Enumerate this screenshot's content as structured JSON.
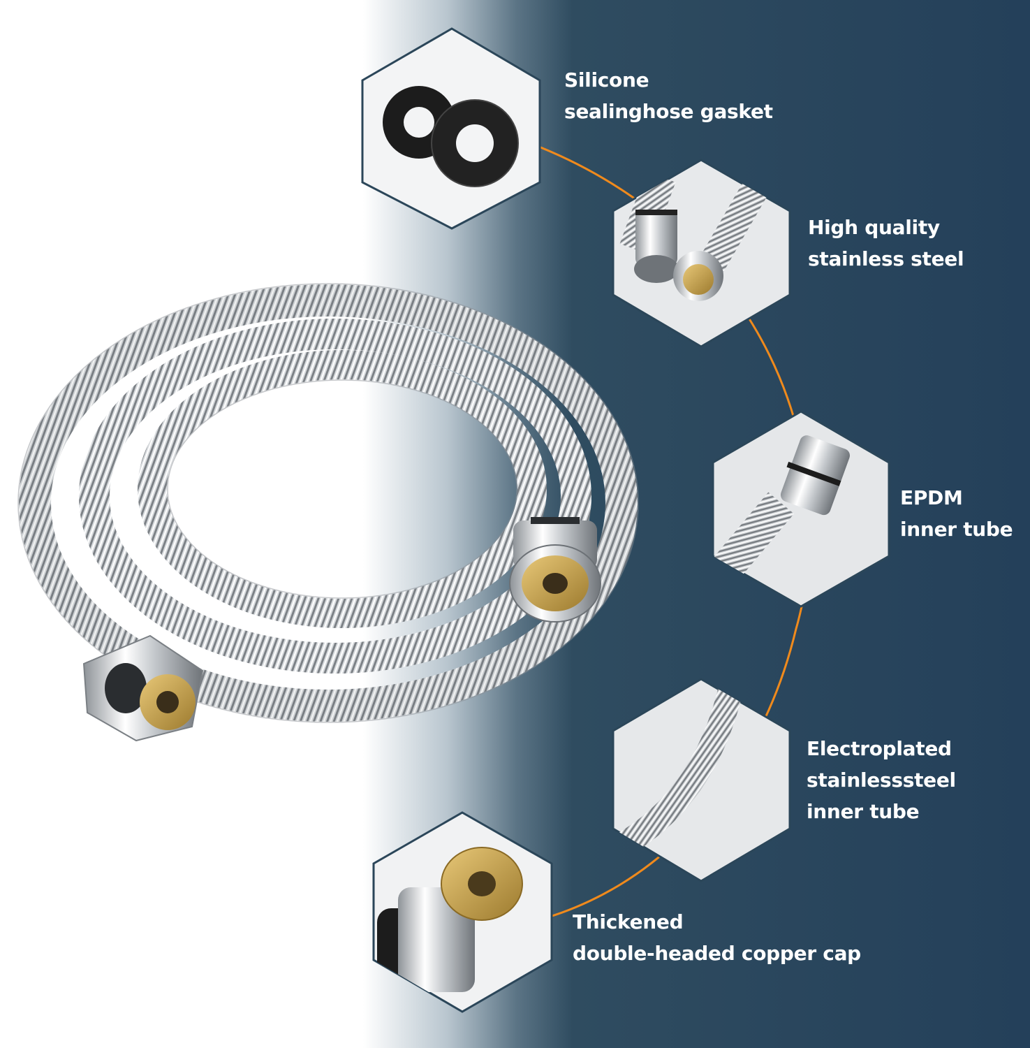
{
  "colors": {
    "panel_dark": "#24405a",
    "accent_orange": "#f08a1c",
    "hex_border": "#2b4659",
    "label_text": "#ffffff",
    "hose_steel": "#c9ccd0",
    "brass": "#c9a24a"
  },
  "features": [
    {
      "id": "gasket",
      "icon": "gasket-rings-icon",
      "lines": [
        "Silicone",
        "sealinghose gasket"
      ]
    },
    {
      "id": "steel",
      "icon": "hose-fittings-icon",
      "lines": [
        "High quality",
        "stainless steel"
      ]
    },
    {
      "id": "epdm",
      "icon": "fitting-collar-icon",
      "lines": [
        "EPDM",
        "inner tube"
      ]
    },
    {
      "id": "electroplated",
      "icon": "corrugated-hose-icon",
      "lines": [
        "Electroplated",
        "stainlesssteel",
        "inner tube"
      ]
    },
    {
      "id": "copper-cap",
      "icon": "brass-nut-icon",
      "lines": [
        "Thickened",
        "double-headed copper cap"
      ]
    }
  ]
}
